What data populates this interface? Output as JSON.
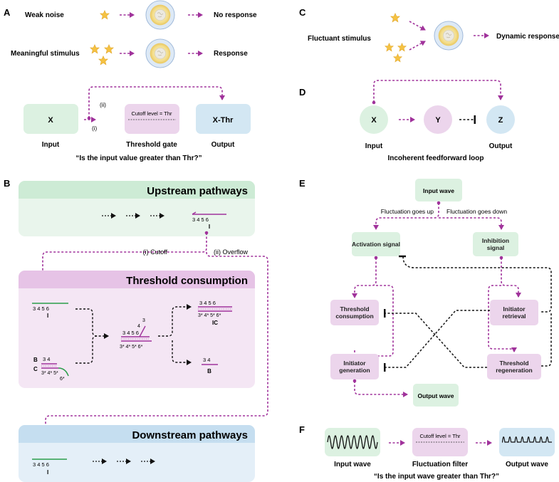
{
  "panel_a": {
    "letter": "A",
    "weak_noise": "Weak noise",
    "no_response": "No response",
    "meaningful_stimulus": "Meaningful stimulus",
    "response": "Response",
    "box_x": "X",
    "cutoff_label": "Cutoff level = Thr",
    "box_out": "X-Thr",
    "marker_i": "(i)",
    "marker_ii": "(ii)",
    "input": "Input",
    "threshold_gate": "Threshold gate",
    "output": "Output",
    "question": "“Is the input value greater than Thr?”"
  },
  "panel_c": {
    "letter": "C",
    "fluctuant_stimulus": "Fluctuant stimulus",
    "dynamic_response": "Dynamic response"
  },
  "panel_d": {
    "letter": "D",
    "x": "X",
    "y": "Y",
    "z": "Z",
    "input": "Input",
    "output": "Output",
    "caption": "Incoherent feedforward loop"
  },
  "panel_b": {
    "letter": "B",
    "upstream": "Upstream pathways",
    "threshold_consumption": "Threshold consumption",
    "downstream": "Downstream pathways",
    "cutoff": "(i)  Cutoff",
    "overflow": "(ii)  Overflow",
    "domains_3456": "3  4  5  6",
    "domains_comp": "3*  4*  5*  6*",
    "domains_34": "3  4",
    "domains_34comp": "3*  4*  5*",
    "strand_i": "I",
    "strand_b": "B",
    "strand_c": "C",
    "strand_ic": "IC",
    "d6star": "6*",
    "d4": "4",
    "d3": "3"
  },
  "panel_e": {
    "letter": "E",
    "input_wave": "Input wave",
    "goes_up": "Fluctuation goes up",
    "goes_down": "Fluctuation goes down",
    "activation": "Activation signal",
    "inhibition": "Inhibition signal",
    "threshold_consumption": "Threshold consumption",
    "initiator_retrieval": "Initiator retrieval",
    "initiator_generation": "Initiator generation",
    "threshold_regeneration": "Threshold regeneration",
    "output_wave": "Output wave"
  },
  "panel_f": {
    "letter": "F",
    "cutoff_label": "Cutoff level = Thr",
    "input_wave": "Input wave",
    "fluctuation_filter": "Fluctuation filter",
    "output_wave": "Output wave",
    "question": "“Is the input wave greater than Thr?”"
  },
  "colors": {
    "purple": "#a0329b",
    "green_box": "#dcf1e1",
    "pink_box": "#ecd5ec",
    "blue_box": "#d3e7f3",
    "green_panel": "#e9f5ec",
    "pink_panel": "#f4e6f4",
    "blue_panel": "#e4eff8",
    "star": "#f5c242"
  }
}
